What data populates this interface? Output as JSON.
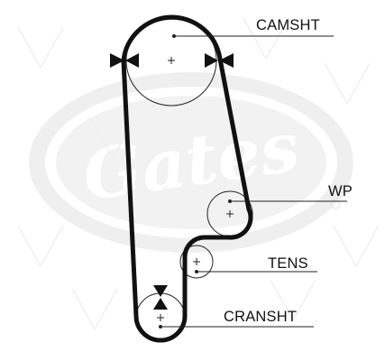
{
  "labels": {
    "camshaft": "CAMSHT",
    "water_pump": "WP",
    "tensioner": "TENS",
    "crankshaft": "CRANSHT"
  },
  "logo": {
    "text": "Gates"
  },
  "colors": {
    "belt": "#111111",
    "pulley_outline": "#222222",
    "leader_line": "#222222",
    "logo_fill": "#ececec",
    "background": "#ffffff"
  }
}
